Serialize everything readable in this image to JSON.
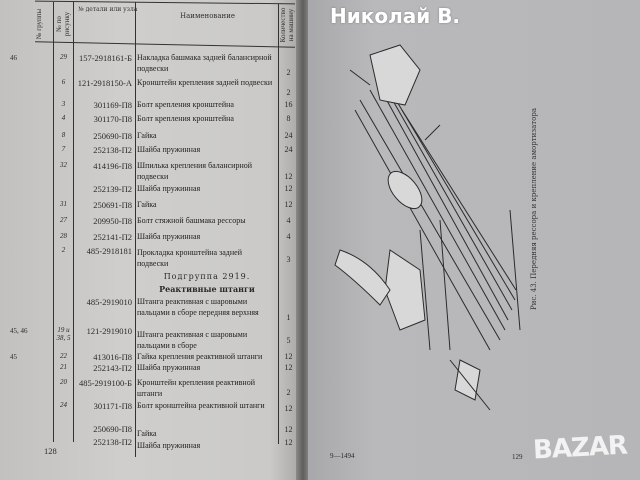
{
  "watermark": "Николай В.",
  "logo": "BAZAR",
  "left_page": {
    "header": {
      "col_group": "№ группы",
      "col_fig": "№ по рисунку",
      "col_part": "№ детали или узла",
      "col_name": "Наименование",
      "col_qty": "Количество на машину"
    },
    "rows": [
      {
        "fig_group": "46",
        "fig_pos": "29",
        "part": "157-2918161-Б",
        "name": "Накладка башмака задней балансирной подвески",
        "qty": "2"
      },
      {
        "fig_group": "",
        "fig_pos": "6",
        "part": "121-2918150-А",
        "name": "Кронштейн крепления задней подвески",
        "qty": "2"
      },
      {
        "fig_group": "",
        "fig_pos": "3",
        "part": "301169-П8",
        "name": "Болт крепления кронштейна",
        "qty": "16"
      },
      {
        "fig_group": "",
        "fig_pos": "4",
        "part": "301170-П8",
        "name": "Болт крепления кронштейна",
        "qty": "8"
      },
      {
        "fig_group": "",
        "fig_pos": "8",
        "part": "250690-П8",
        "name": "Гайка",
        "qty": "24"
      },
      {
        "fig_group": "",
        "fig_pos": "7",
        "part": "252138-П2",
        "name": "Шайба пружинная",
        "qty": "24"
      },
      {
        "fig_group": "",
        "fig_pos": "32",
        "part": "414196-П8",
        "name": "Шпилька крепления балансирной подвески",
        "qty": "12"
      },
      {
        "fig_group": "",
        "fig_pos": "",
        "part": "252139-П2",
        "name": "Шайба пружинная",
        "qty": "12"
      },
      {
        "fig_group": "",
        "fig_pos": "31",
        "part": "250691-П8",
        "name": "Гайка",
        "qty": "12"
      },
      {
        "fig_group": "",
        "fig_pos": "27",
        "part": "209950-П8",
        "name": "Болт стяжной башмака рессоры",
        "qty": "4"
      },
      {
        "fig_group": "",
        "fig_pos": "28",
        "part": "252141-П2",
        "name": "Шайба пружинная",
        "qty": "4"
      },
      {
        "fig_group": "",
        "fig_pos": "2",
        "part": "485-2918181",
        "name": "Прокладка кронштейна задней подвески",
        "qty": "3"
      },
      {
        "fig_group": "",
        "fig_pos": "",
        "part": "485-2919010",
        "name": "Штанга реактивная с шаровыми пальцами в сборе передняя верхняя",
        "qty": "1"
      },
      {
        "fig_group": "45, 46",
        "fig_pos": "19 и 38, 5",
        "part": "121-2919010",
        "name": "Штанга реактивная с шаровыми пальцами в сборе",
        "qty": "5"
      },
      {
        "fig_group": "45",
        "fig_pos": "22",
        "part": "413016-П8",
        "name": "Гайка крепления реактивной штанги",
        "qty": "12"
      },
      {
        "fig_group": "",
        "fig_pos": "21",
        "part": "252143-П2",
        "name": "Шайба пружинная",
        "qty": "12"
      },
      {
        "fig_group": "",
        "fig_pos": "20",
        "part": "485-2919100-Б",
        "name": "Кронштейн крепления реактивной штанги",
        "qty": "2"
      },
      {
        "fig_group": "",
        "fig_pos": "24",
        "part": "301171-П8",
        "name": "Болт кронштейна реактивной штанги",
        "qty": "12"
      },
      {
        "fig_group": "",
        "fig_pos": "",
        "part": "250690-П8",
        "name": "Гайка",
        "qty": "12"
      },
      {
        "fig_group": "",
        "fig_pos": "",
        "part": "252138-П2",
        "name": "Шайба пружинная",
        "qty": "12"
      }
    ],
    "subgroup": {
      "prefix": "Подгруппа 2919.",
      "title": "Реактивные штанги"
    },
    "page_number": "128"
  },
  "right_page": {
    "caption": "Рис. 43. Передняя рессора и крепление амортизатора",
    "signature": "9—1494",
    "page_number": "129"
  }
}
